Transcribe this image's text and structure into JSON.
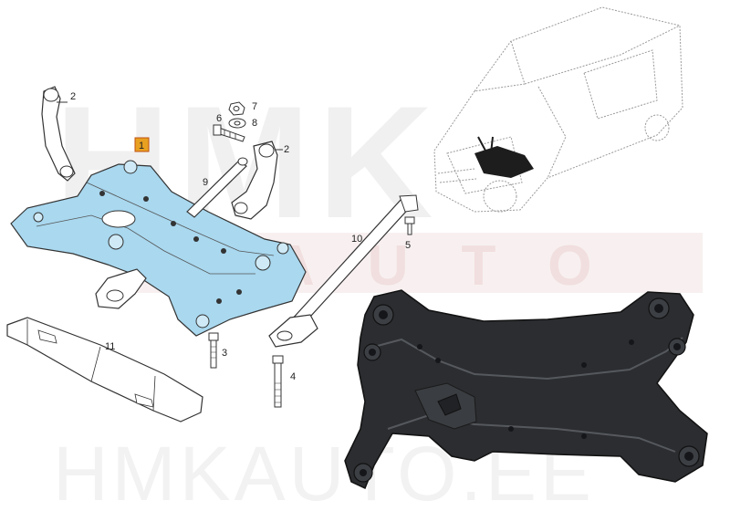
{
  "watermark": {
    "logo_text": "HMK",
    "logo_sub": "AUTO",
    "footer_text": "HMKAUTO.EE"
  },
  "callouts": {
    "highlighted": "1",
    "labels": [
      "2",
      "2",
      "3",
      "4",
      "5",
      "6",
      "7",
      "8",
      "9",
      "10",
      "11"
    ]
  },
  "colors": {
    "highlight_part": "#a9d8ef",
    "highlight_box": "#e8a020",
    "photo_part": "#2b2d30",
    "line_art": "#333333",
    "van_sketch": "#9a9a9a"
  }
}
